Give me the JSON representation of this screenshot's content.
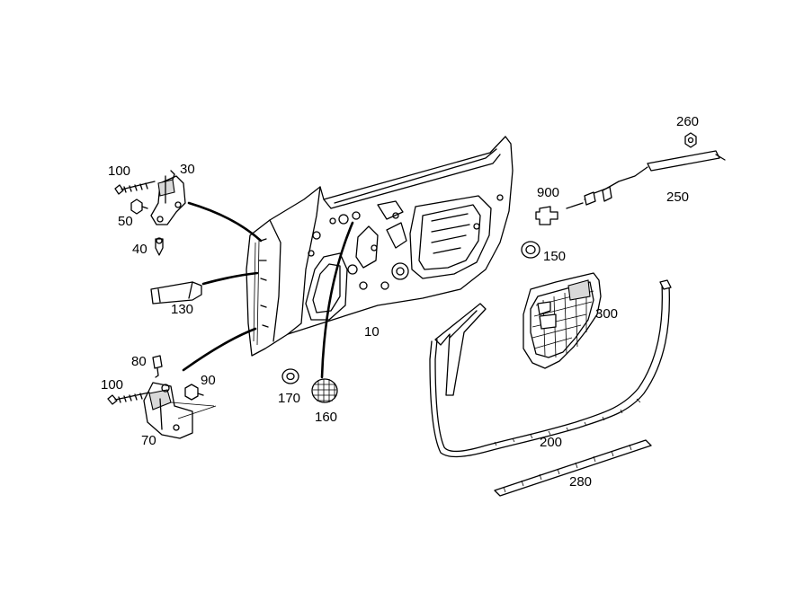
{
  "callouts": {
    "p10": "10",
    "p30": "30",
    "p40": "40",
    "p50": "50",
    "p70": "70",
    "p80": "80",
    "p90": "90",
    "p100_top": "100",
    "p100_bottom": "100",
    "p130": "130",
    "p150": "150",
    "p160": "160",
    "p170": "170",
    "p200": "200",
    "p250": "250",
    "p260": "260",
    "p280": "280",
    "p300": "300",
    "p900": "900"
  }
}
